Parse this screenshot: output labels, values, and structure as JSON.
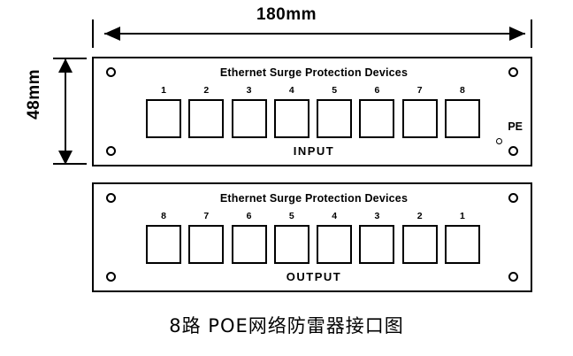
{
  "dimensions": {
    "width_label": "180mm",
    "height_label": "48mm"
  },
  "panels": [
    {
      "title": "Ethernet Surge Protection Devices",
      "footer": "INPUT",
      "port_numbers": [
        "1",
        "2",
        "3",
        "4",
        "5",
        "6",
        "7",
        "8"
      ],
      "pe_label": "PE"
    },
    {
      "title": "Ethernet Surge Protection Devices",
      "footer": "OUTPUT",
      "port_numbers": [
        "8",
        "7",
        "6",
        "5",
        "4",
        "3",
        "2",
        "1"
      ],
      "pe_label": ""
    }
  ],
  "caption": "8路 POE网络防雷器接口图",
  "colors": {
    "line": "#000000",
    "background": "#ffffff"
  }
}
